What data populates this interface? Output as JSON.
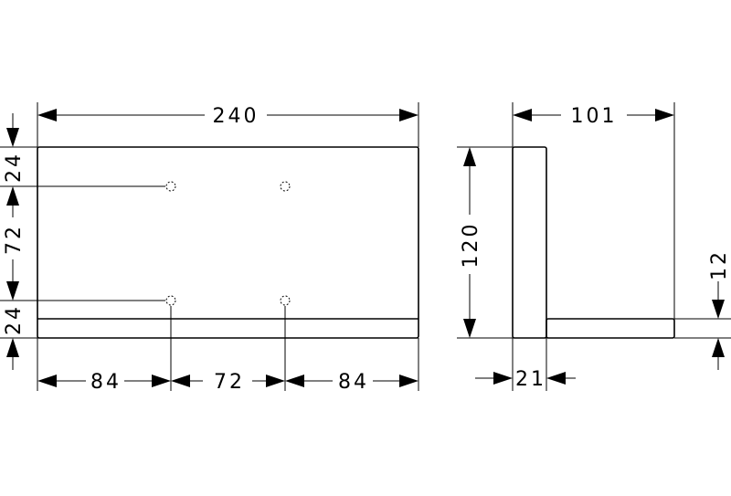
{
  "front_view": {
    "dimensions": {
      "total_width": "240",
      "left_offset": "84",
      "hole_spacing_h": "72",
      "right_offset": "84",
      "top_offset": "24",
      "hole_spacing_v": "72",
      "bottom_offset": "24"
    }
  },
  "side_view": {
    "dimensions": {
      "depth": "101",
      "height": "120",
      "wall_thickness": "21",
      "shelf_thickness": "12"
    }
  }
}
